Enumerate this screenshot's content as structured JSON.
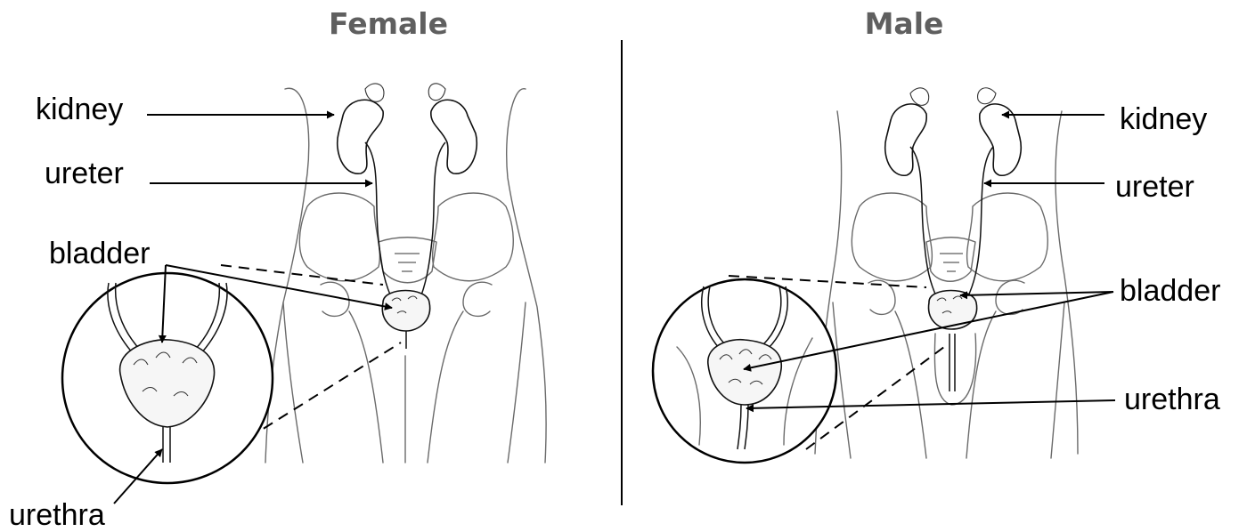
{
  "panels": {
    "female": {
      "title": "Female",
      "labels": {
        "kidney": "kidney",
        "ureter": "ureter",
        "bladder": "bladder",
        "urethra": "urethra"
      }
    },
    "male": {
      "title": "Male",
      "labels": {
        "kidney": "kidney",
        "ureter": "ureter",
        "bladder": "bladder",
        "urethra": "urethra"
      }
    }
  },
  "colors": {
    "title": "#5f5f5f",
    "line": "#000000",
    "outline": "#6a6a6a"
  }
}
